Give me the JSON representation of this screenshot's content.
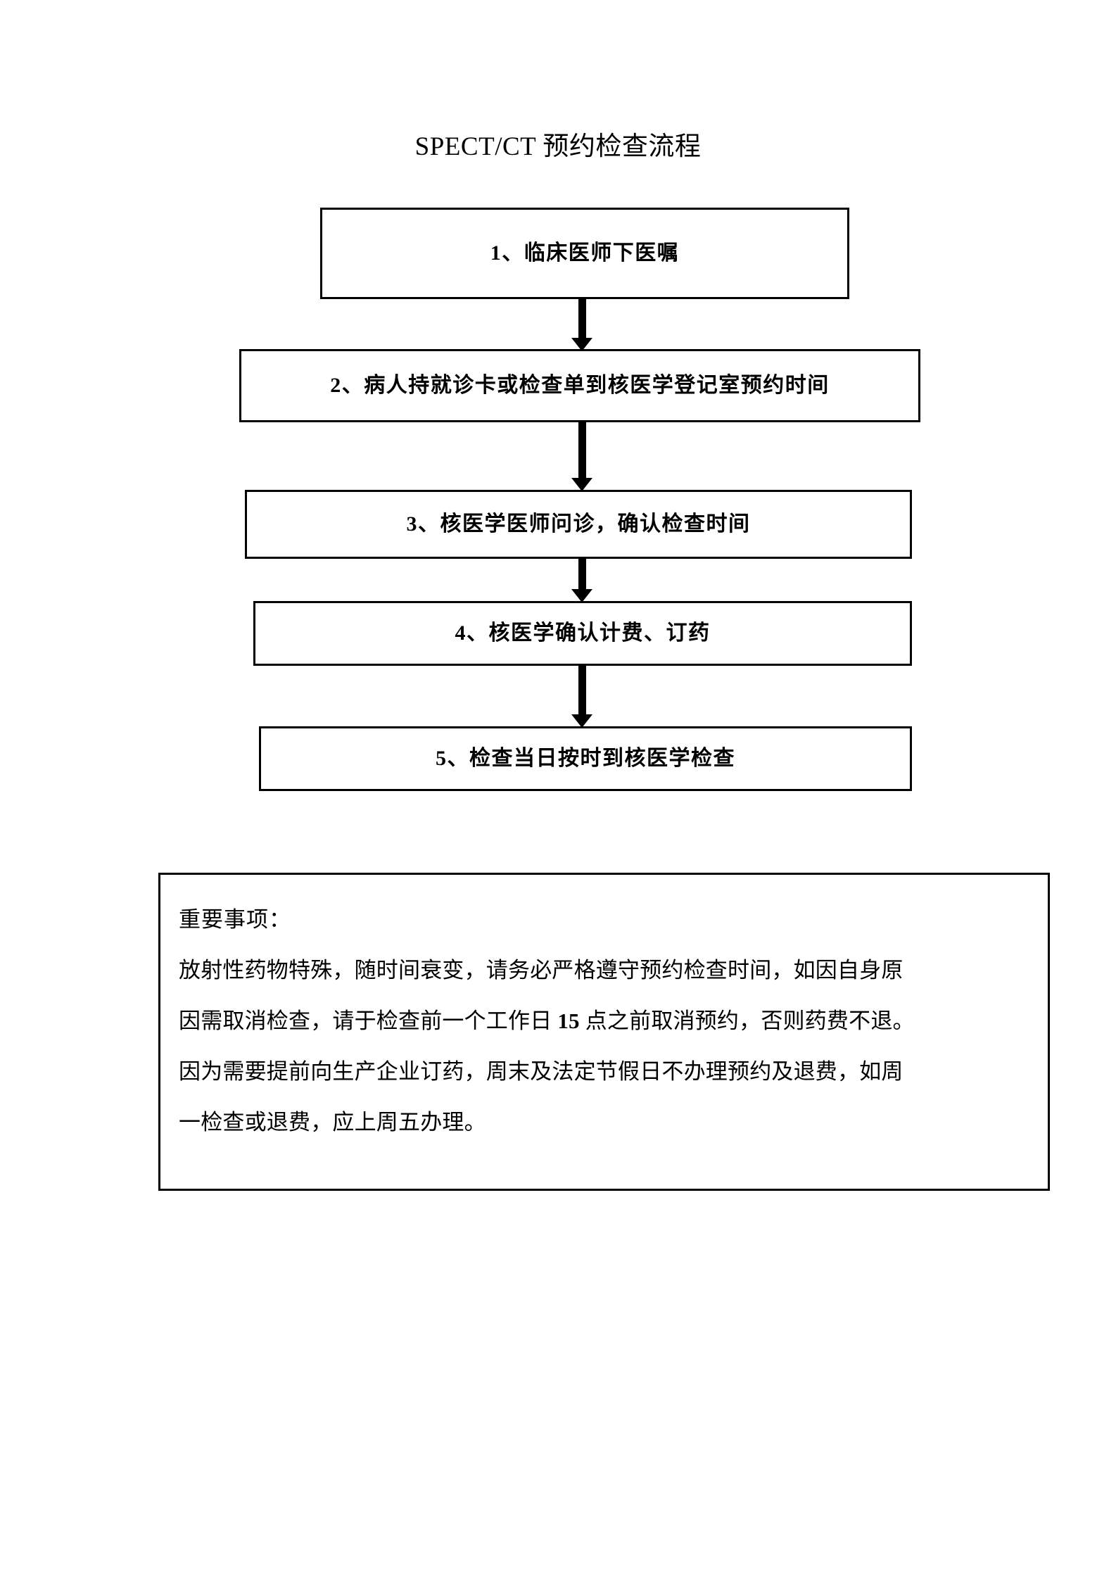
{
  "document": {
    "title": "SPECT/CT 预约检查流程",
    "background_color": "#ffffff",
    "line_color": "#000000",
    "text_color": "#000000"
  },
  "flowchart": {
    "type": "vertical-flow",
    "steps": [
      {
        "number": "1",
        "label": "1、临床医师下医嘱"
      },
      {
        "number": "2",
        "label": "2、病人持就诊卡或检查单到核医学登记室预约时间"
      },
      {
        "number": "3",
        "label": "3、核医学医师问诊，确认检查时间"
      },
      {
        "number": "4",
        "label": "4、核医学确认计费、订药"
      },
      {
        "number": "5",
        "label": "5、检查当日按时到核医学检查"
      }
    ],
    "connectors": [
      {
        "from": "1",
        "to": "2",
        "style": "down-arrow"
      },
      {
        "from": "2",
        "to": "3",
        "style": "down-arrow"
      },
      {
        "from": "3",
        "to": "4",
        "style": "down-arrow"
      },
      {
        "from": "4",
        "to": "5",
        "style": "down-arrow"
      }
    ]
  },
  "notes": {
    "heading": "重要事项：",
    "lines": [
      "放射性药物特殊，随时间衰变，请务必严格遵守预约检查时间，如因自身原",
      "因需取消检查，请于检查前一个工作日 15 点之前取消预约，否则药费不退。",
      "因为需要提前向生产企业订药，周末及法定节假日不办理预约及退费，如周",
      "一检查或退费，应上周五办理。"
    ],
    "line2_parts": {
      "before": "因需取消检查，请于检查前一个工作日 ",
      "emphasis": "15",
      "after": " 点之前取消预约，否则药费不退。"
    }
  }
}
